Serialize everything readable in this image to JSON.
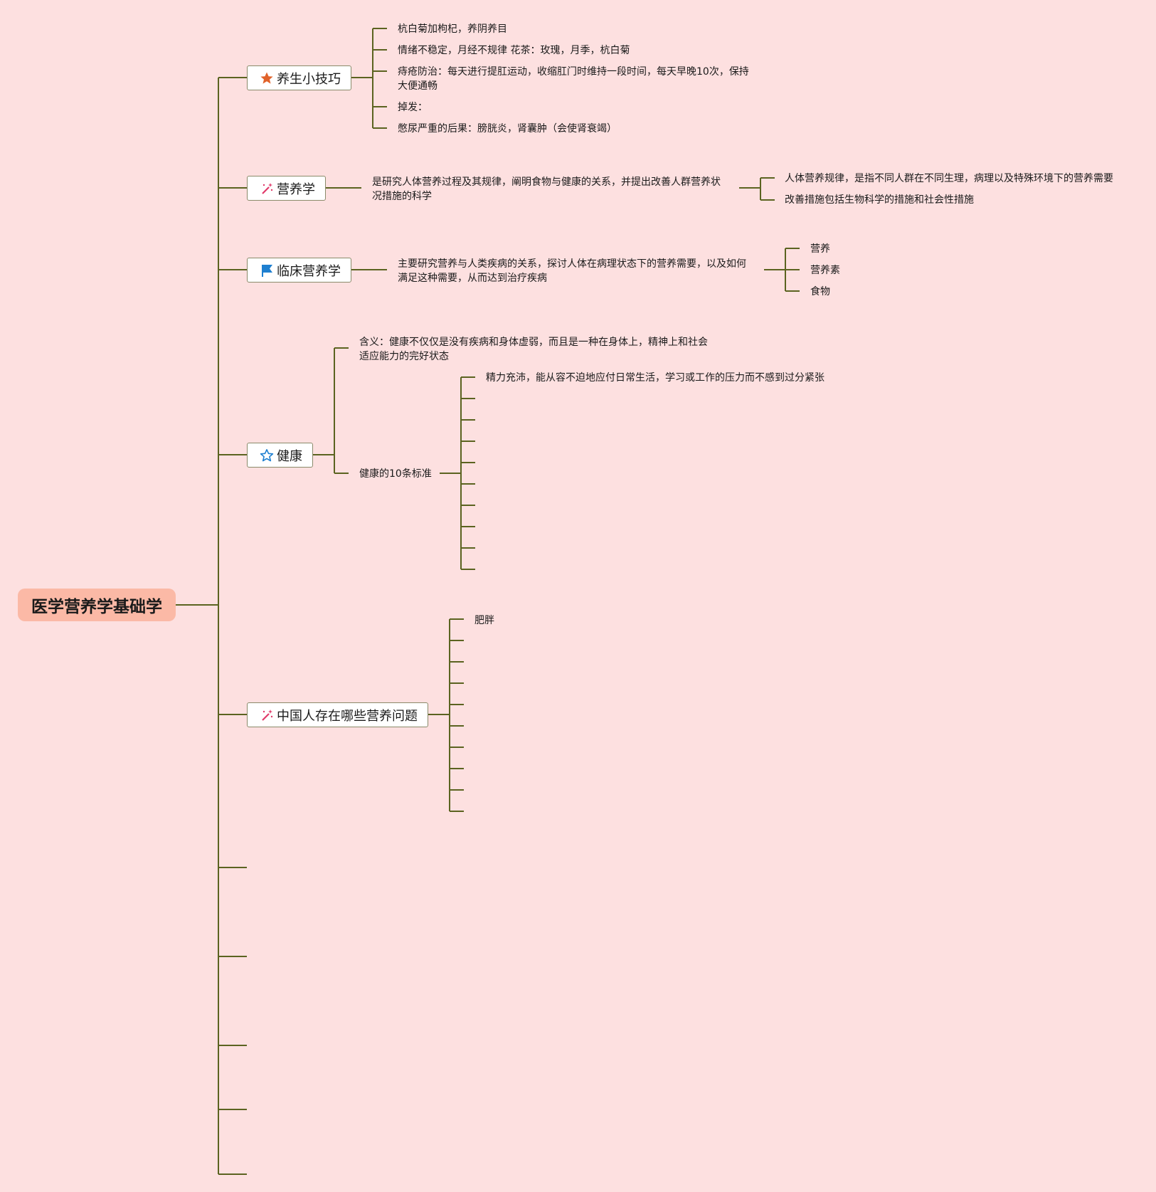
{
  "root": {
    "label": "医学营养学基础学"
  },
  "branches": {
    "yangsheng": {
      "label": "养生小技巧",
      "icon": "star-filled-icon",
      "items": [
        "杭白菊加枸杞，养阴养目",
        "情绪不稳定，月经不规律 花茶：玫瑰，月季，杭白菊",
        "痔疮防治：每天进行提肛运动，收缩肛门时维持一段时间，每天早晚10次，保持",
        "大便通畅",
        "掉发：",
        "憋尿严重的后果：膀胱炎，肾囊肿（会使肾衰竭）"
      ]
    },
    "yingyang": {
      "label": "营养学",
      "icon": "magic-wand-icon",
      "definition": [
        "是研究人体营养过程及其规律，阐明食物与健康的关系，并提出改善人群营养状",
        "况措施的科学"
      ],
      "items": [
        "人体营养规律，是指不同人群在不同生理，病理以及特殊环境下的营养需要",
        "改善措施包括生物科学的措施和社会性措施"
      ]
    },
    "linchuang": {
      "label": "临床营养学",
      "icon": "flag-icon",
      "definition": [
        "主要研究营养与人类疾病的关系，探讨人体在病理状态下的营养需要，以及如何",
        "满足这种需要，从而达到治疗疾病"
      ],
      "items": [
        "营养",
        "营养素",
        "食物"
      ]
    },
    "jiankang": {
      "label": "健康",
      "icon": "star-outline-icon",
      "meaning": [
        "含义：健康不仅仅是没有疾病和身体虚弱，而且是一种在身体上，精神上和社会",
        "适应能力的完好状态"
      ],
      "standards_label": "健康的10条标准",
      "standards": [
        "精力充沛，能从容不迫地应付日常生活，学习或工作的压力而不感到过分紧张",
        "",
        "",
        "",
        "",
        "",
        "",
        "",
        "",
        ""
      ]
    },
    "wenti": {
      "label": "中国人存在哪些营养问题",
      "icon": "magic-wand-icon",
      "items": [
        "肥胖",
        "",
        "",
        "",
        "",
        "",
        "",
        "",
        "",
        ""
      ]
    }
  },
  "colors": {
    "line": "#5b6320",
    "root_bg": "#fbb9a6",
    "background": "#fde0e0"
  }
}
